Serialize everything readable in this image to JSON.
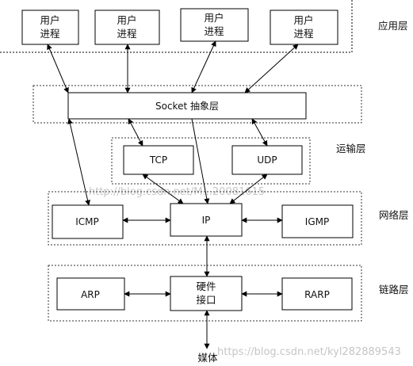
{
  "app": {
    "proc1": [
      "用户",
      "进程"
    ],
    "proc2": [
      "用户",
      "进程"
    ],
    "proc3": [
      "用户",
      "进程"
    ],
    "proc4": [
      "用户",
      "进程"
    ],
    "socket": "Socket 抽象层",
    "tcp": "TCP",
    "udp": "UDP",
    "icmp": "ICMP",
    "ip": "IP",
    "igmp": "IGMP",
    "arp": "ARP",
    "hw": [
      "硬件",
      "接口"
    ],
    "rarp": "RARP",
    "media": "媒体"
  },
  "layers": {
    "application": "应用层",
    "transport": "运输层",
    "network": "网络层",
    "link": "链路层"
  },
  "watermarks": {
    "middle": "http://blog.csdn.net/M...20081615",
    "bottom": "https://blog.csdn.net/kyl282889543"
  }
}
